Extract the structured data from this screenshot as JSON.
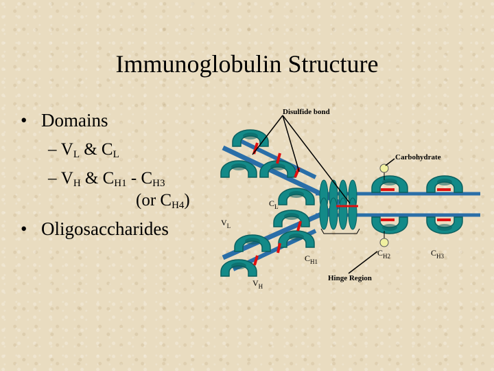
{
  "slide": {
    "title": "Immunoglobulin Structure",
    "bullets": {
      "domains": "Domains",
      "vl": "V",
      "vl_sub": "L",
      "amp1": " & C",
      "cl_sub": "L",
      "vh": "V",
      "vh_sub": "H",
      "amp2": " & C",
      "ch1_sub": "H1",
      "dash": " - C",
      "ch3_sub": "H3",
      "or_text": "(or C",
      "ch4_sub": "H4",
      "close_paren": ")",
      "oligo": "Oligosaccharides"
    }
  },
  "diagram": {
    "disulfide": "Disulfide bond",
    "carbohydrate": "Carbohydrate",
    "cl_main": "C",
    "cl_sub": "L",
    "vl_main": "V",
    "vl_sub": "L",
    "ch1_main": "C",
    "ch1_sub": "H1",
    "ch2_main": "C",
    "ch2_sub": "H2",
    "ch3_main": "C",
    "ch3_sub": "H3",
    "vh_main": "V",
    "vh_sub": "H",
    "hinge": "Hinge Region",
    "colors": {
      "domain": "#138a88",
      "domain_dark": "#0b5f5e",
      "chain": "#2a6ea8",
      "bond": "#e01010",
      "carb": "#f0f0a0",
      "line": "#000000"
    }
  }
}
